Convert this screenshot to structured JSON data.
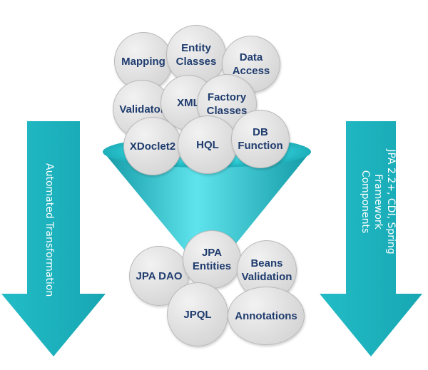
{
  "colors": {
    "arrow_teal": "#1fb7c2",
    "arrow_dark": "#149aa6",
    "funnel_light": "#5fe3ec",
    "bubble_fill": "#dcdcdc",
    "bubble_text": "#1f3c6e"
  },
  "left_arrow": {
    "label": "Automated Transformation"
  },
  "right_arrow": {
    "label": "JPA 2.2+, CDI, Spring Framework Components"
  },
  "inputs": {
    "mapping": "Mapping",
    "entity_classes": "Entity\nClasses",
    "data_access": "Data\nAccess",
    "validator": "Validator",
    "xml": "XML",
    "factory_classes": "Factory\nClasses",
    "xdoclet2": "XDoclet2",
    "hql": "HQL",
    "db_function": "DB\nFunction"
  },
  "outputs": {
    "jpa_dao": "JPA DAO",
    "jpa_entities": "JPA\nEntities",
    "beans_validation": "Beans\nValidation",
    "jpql": "JPQL",
    "annotations": "Annotations"
  }
}
